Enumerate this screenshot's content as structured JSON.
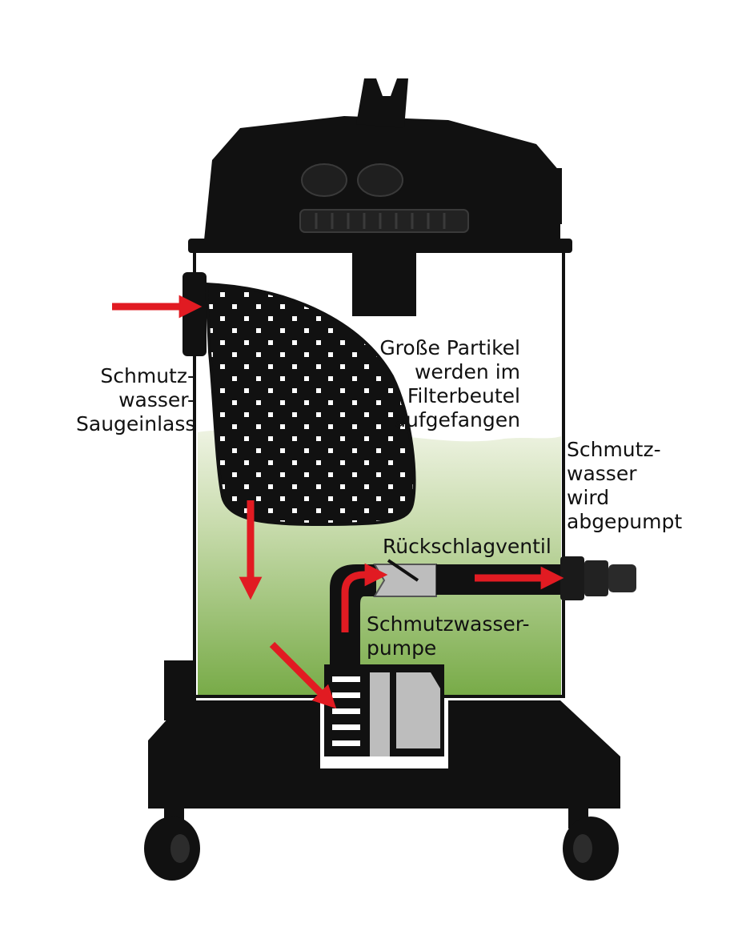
{
  "diagram": {
    "labels": {
      "inlet": [
        "Schmutz-",
        "wasser-",
        "Saugeinlass"
      ],
      "filter": [
        "Große Partikel",
        "werden im",
        "Filterbeutel",
        "aufgefangen"
      ],
      "outlet": [
        "Schmutz-",
        "wasser",
        "wird",
        "abgepumpt"
      ],
      "valve": "Rückschlagventil",
      "pump": [
        "Schmutzwasser-",
        "pumpe"
      ]
    },
    "colors": {
      "housing": "#111111",
      "water_top": "#dfe8cc",
      "water_bottom": "#7fb04f",
      "arrow": "#e11b22",
      "pump_grey": "#bdbdbd",
      "filter_holes": "#ffffff"
    },
    "icons": [
      "red-flow-arrow",
      "filter-bag",
      "pump",
      "check-valve",
      "wheel"
    ]
  }
}
